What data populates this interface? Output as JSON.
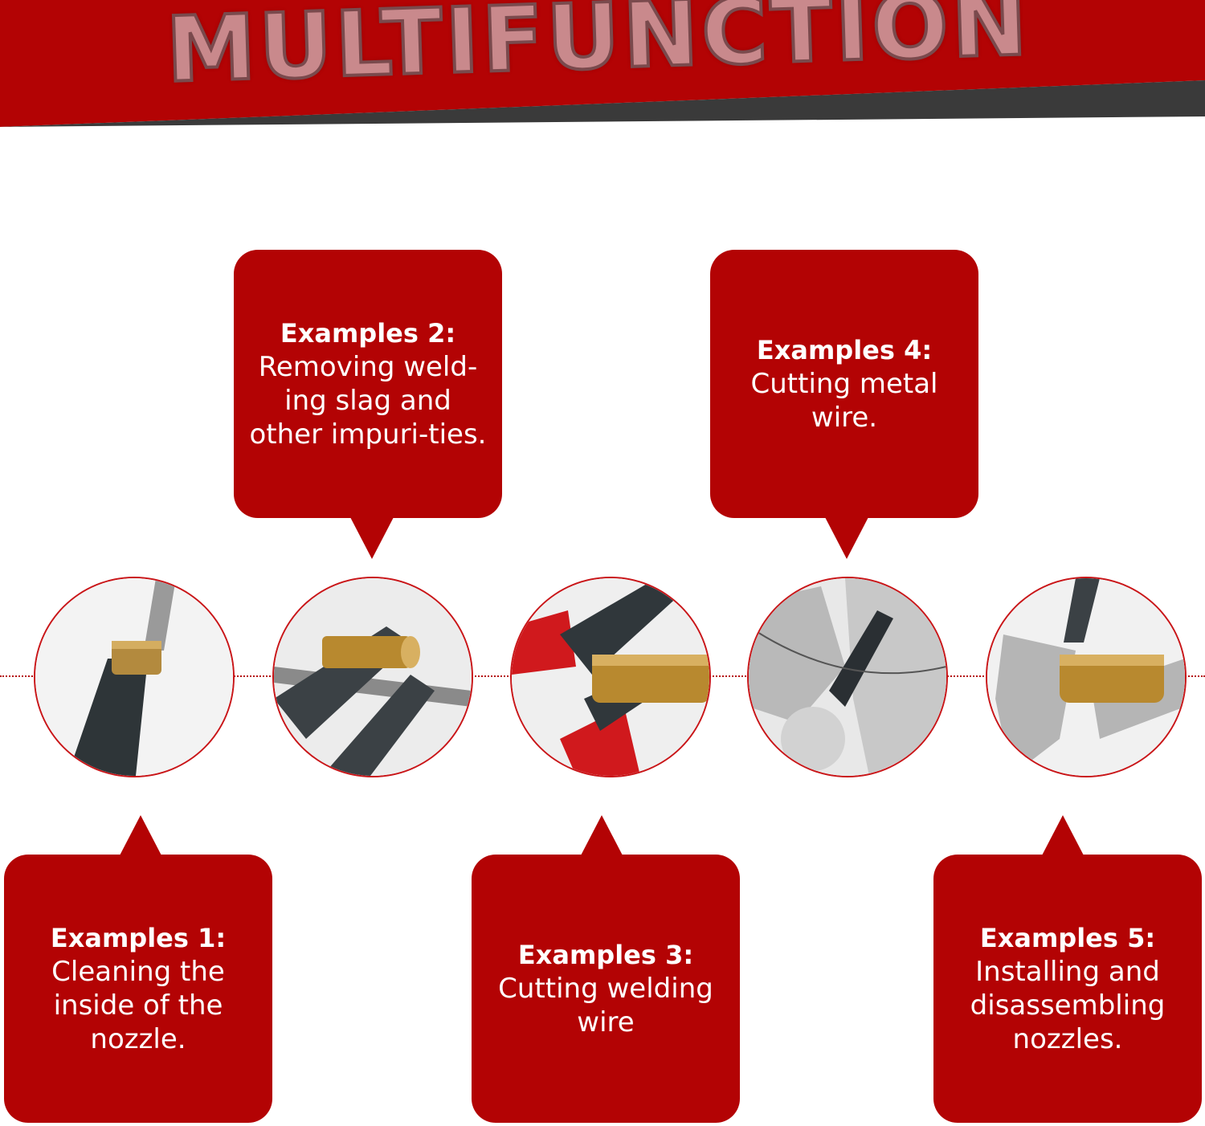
{
  "banner": {
    "title": "MULTIFUNCTION",
    "colors": {
      "red": "#b30304",
      "dark": "#3a3a3a",
      "title_fill": "#c9898c"
    }
  },
  "examples": [
    {
      "heading": "Examples 1:",
      "text": "Cleaning the inside of the nozzle.",
      "image": "cleaning-nozzle-photo"
    },
    {
      "heading": "Examples 2:",
      "text": "Removing weld-ing slag and other impuri-ties.",
      "image": "removing-slag-photo"
    },
    {
      "heading": "Examples 3:",
      "text": "Cutting welding wire",
      "image": "cutting-welding-wire-photo"
    },
    {
      "heading": "Examples 4:",
      "text": "Cutting metal wire.",
      "image": "cutting-metal-wire-photo"
    },
    {
      "heading": "Examples 5:",
      "text": "Installing and disassembling nozzles.",
      "image": "installing-nozzle-photo"
    }
  ],
  "accent_color": "#b30304"
}
